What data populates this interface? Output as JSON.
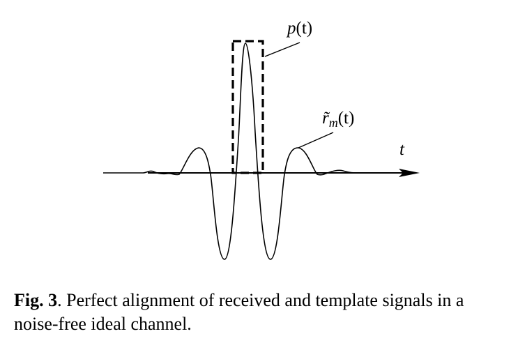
{
  "diagram": {
    "labels": {
      "pulse": "p(t)",
      "received": "r̃m(t)",
      "axis": "t"
    },
    "pulse_label_parts": {
      "main": "p",
      "arg": "(t)"
    },
    "received_label_parts": {
      "main": "r̃",
      "sub": "m",
      "arg": "(t)"
    }
  },
  "caption": {
    "label": "Fig. 3",
    "text": ". Perfect alignment of received and template signals in a noise-free ideal channel."
  }
}
